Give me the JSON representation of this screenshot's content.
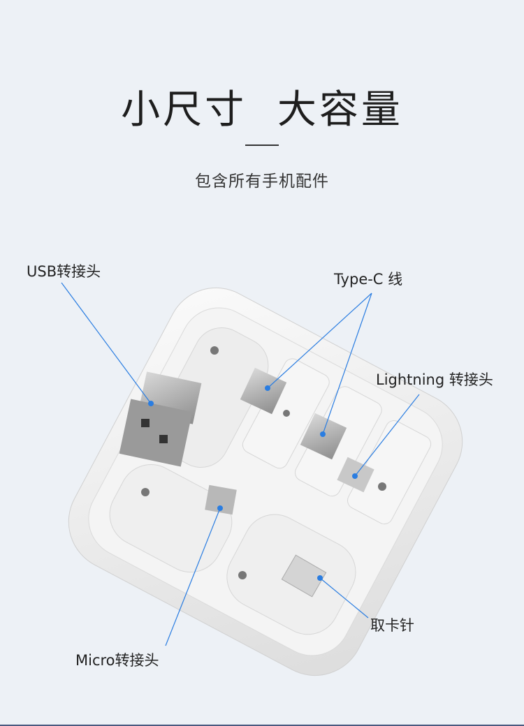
{
  "header": {
    "title": "小尺寸  大容量",
    "subtitle": "包含所有手机配件"
  },
  "callouts": [
    {
      "label": "USB转接头"
    },
    {
      "label": "Type-C 线"
    },
    {
      "label": "Lightning 转接头"
    },
    {
      "label": "取卡针"
    },
    {
      "label": "Micro转接头"
    }
  ],
  "colors": {
    "background": "#edf1f6",
    "leader_line": "#2a7de1"
  }
}
